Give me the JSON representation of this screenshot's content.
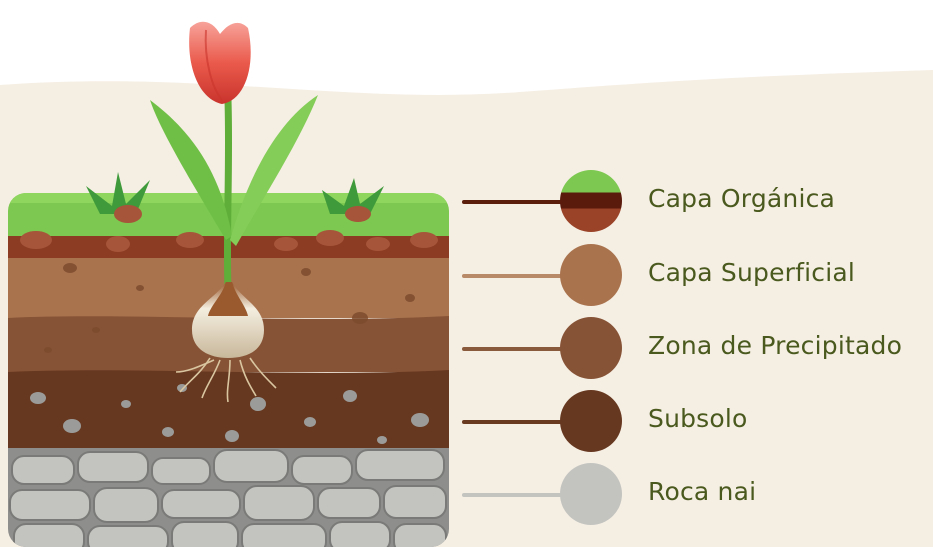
{
  "colors": {
    "background": "#f5eee3",
    "grass": "#7cc850",
    "topsoil_dark": "#8b3c22",
    "label_text": "#4a5a1e",
    "rock": "#c3c4c0"
  },
  "layers": [
    {
      "label": "Capa Orgánica",
      "line_color": "#5c1e0c",
      "colors": [
        "#7cc850",
        "#5a1a0c",
        "#9a4328"
      ],
      "icon": "organic-layer-swatch"
    },
    {
      "label": "Capa Superficial",
      "line_color": "#b98a67",
      "colors": [
        "#a9734e"
      ],
      "icon": "surface-layer-swatch"
    },
    {
      "label": "Zona de Precipitado",
      "line_color": "#8a5a3c",
      "colors": [
        "#875336"
      ],
      "icon": "precipitate-layer-swatch"
    },
    {
      "label": "Subsolo",
      "line_color": "#6a3a20",
      "colors": [
        "#673820"
      ],
      "icon": "subsoil-layer-swatch"
    },
    {
      "label": "Roca nai",
      "line_color": "#c3c4c0",
      "colors": [
        "#c3c4c0"
      ],
      "icon": "bedrock-layer-swatch"
    }
  ]
}
